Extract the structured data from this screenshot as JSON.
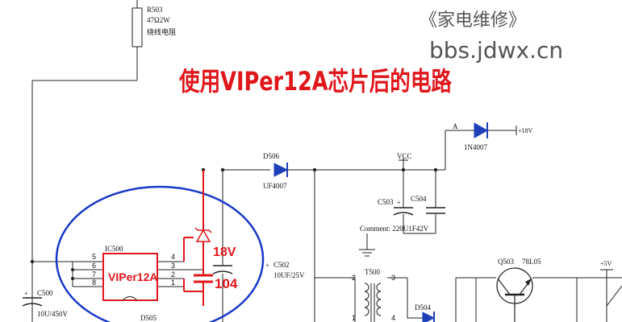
{
  "colors": {
    "wire": "#222222",
    "red": "#e0161b",
    "blue": "#1838c8",
    "diode": "#1f3fb8",
    "watermark": "#555555"
  },
  "watermark": {
    "line1": "《家电维修》",
    "line2": "bbs.jdwx.cn"
  },
  "title": "使用VIPer12A芯片后的电路",
  "r503": {
    "ref": "R503",
    "value": "47Ω2W",
    "desc": "绕线电阻"
  },
  "d506": {
    "ref": "D506",
    "part": "UF4007"
  },
  "vcc": "VCC",
  "node_a": "A",
  "d_top": {
    "part": "1N4007",
    "rail": "+18V"
  },
  "c503": {
    "ref": "C503",
    "plus": "+"
  },
  "c504": {
    "ref": "C504"
  },
  "comment": "Comment: 220U1F42V",
  "ic": {
    "ref": "IC500",
    "label": "VIPer12A",
    "pins_left": [
      "5",
      "6",
      "7",
      "8"
    ],
    "pins_right": [
      "4",
      "3",
      "2",
      "1"
    ]
  },
  "zener_label": "18V",
  "cap104_label": "104",
  "c502": {
    "plus": "+",
    "ref": "C502",
    "value": "10UF/25V"
  },
  "c500": {
    "plus": "+",
    "ref": "C500",
    "value": "10U/450V"
  },
  "d505": "D505",
  "t500": {
    "ref": "T500",
    "pins": [
      "2",
      "3",
      "1",
      "4"
    ]
  },
  "q503": {
    "ref": "Q503",
    "part": "78L05"
  },
  "rail_5v": "+5V",
  "d504": "D504"
}
